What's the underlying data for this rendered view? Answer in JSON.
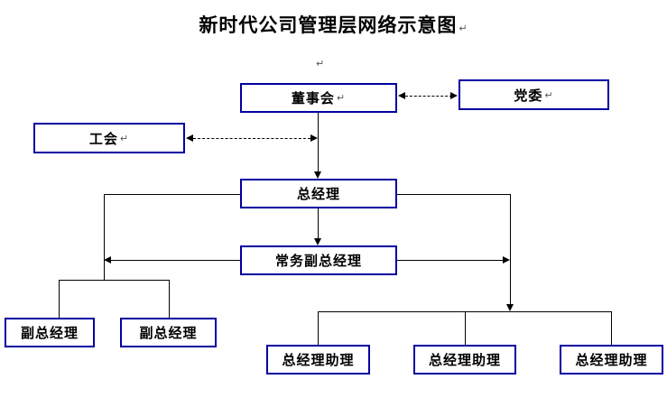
{
  "title": "新时代公司管理层网络示意图",
  "break_mark": "↵",
  "colors": {
    "box_border": "#0000a0",
    "connector": "#000000",
    "text": "#000000",
    "background": "#ffffff"
  },
  "nodes": {
    "board": {
      "label": "董事会"
    },
    "party_committee": {
      "label": "党委"
    },
    "labor_union": {
      "label": "工会"
    },
    "general_manager": {
      "label": "总经理"
    },
    "executive_deputy_gm": {
      "label": "常务副总经理"
    },
    "deputy_gm_1": {
      "label": "副总经理"
    },
    "deputy_gm_2": {
      "label": "副总经理"
    },
    "gm_assistant_1": {
      "label": "总经理助理"
    },
    "gm_assistant_2": {
      "label": "总经理助理"
    },
    "gm_assistant_3": {
      "label": "总经理助理"
    }
  },
  "edges": [
    {
      "from": "董事会",
      "to": "党委",
      "style": "dashed",
      "arrows": "both"
    },
    {
      "from": "工会",
      "to": "董事会",
      "style": "dashed",
      "arrows": "both"
    },
    {
      "from": "董事会",
      "to": "总经理",
      "style": "solid",
      "arrows": "to"
    },
    {
      "from": "总经理",
      "to": "常务副总经理",
      "style": "solid",
      "arrows": "to"
    },
    {
      "from": "总经理",
      "to": "副总经理",
      "style": "solid",
      "arrows": "to"
    },
    {
      "from": "总经理",
      "to": "总经理助理",
      "style": "solid",
      "arrows": "to"
    },
    {
      "from": "常务副总经理",
      "to": "副总经理",
      "style": "solid",
      "arrows": "to"
    },
    {
      "from": "常务副总经理",
      "to": "总经理助理",
      "style": "solid",
      "arrows": "to"
    }
  ]
}
